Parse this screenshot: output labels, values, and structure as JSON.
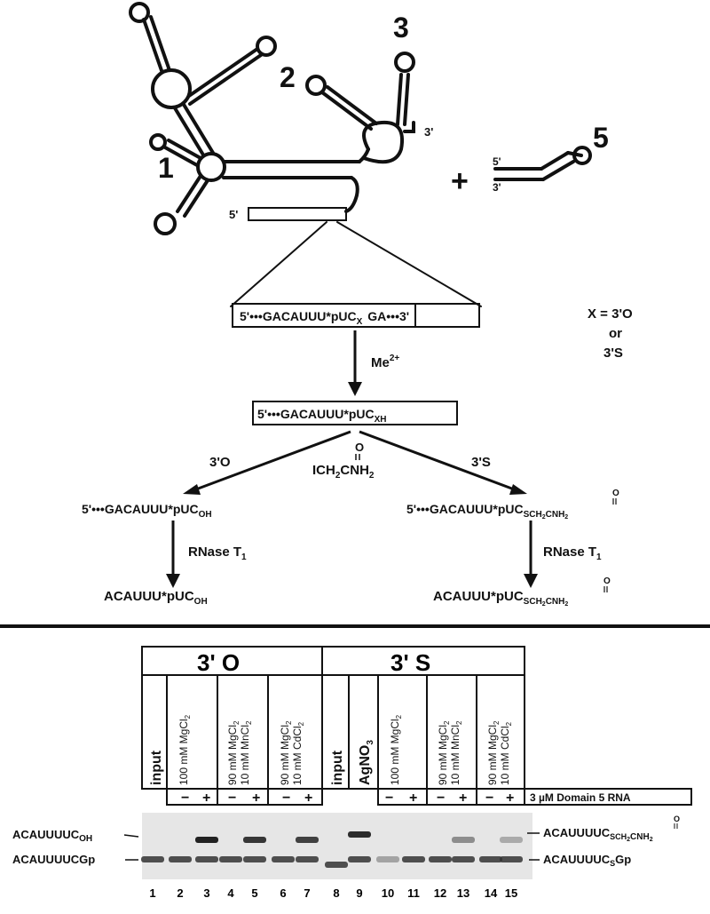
{
  "scheme": {
    "domain_labels": {
      "d1": "1",
      "d2": "2",
      "d3": "3",
      "d5": "5"
    },
    "end_labels": {
      "three_prime": "3'",
      "five_prime": "5'",
      "d5_five": "5'",
      "d5_three": "3'"
    },
    "plus_sign": "+",
    "substrate": {
      "prefix": "5'•••GACAUUU*pUC",
      "sub": "X",
      "suffix": "GA•••3'"
    },
    "x_note": {
      "line1": "X = 3'O",
      "line2": "or",
      "line3": "3'S"
    },
    "arrow_label_1": {
      "main": "Me",
      "sup": "2+"
    },
    "intermediate": {
      "prefix": "5'•••GACAUUU*pUC",
      "sub": "XH"
    },
    "reagent": {
      "top": "O",
      "left": "ICH",
      "sub1": "2",
      "mid": "CNH",
      "sub2": "2"
    },
    "branch_left_label": "3'O",
    "branch_right_label": "3'S",
    "product_left": {
      "main": "5'•••GACAUUU*pUC",
      "sub": "OH"
    },
    "product_right": {
      "main": "5'•••GACAUUU*pUC",
      "sub": "SCH",
      "sub_small": "2",
      "tail": "CNH",
      "tail_sub": "2",
      "o": "O"
    },
    "rnase_label": {
      "main": "RNase T",
      "sub": "1"
    },
    "final_left": {
      "main": "ACAUUU*pUC",
      "sub": "OH"
    },
    "final_right": {
      "main": "ACAUUU*pUC",
      "sub": "SCH",
      "sub_small": "2",
      "tail": "CNH",
      "tail_sub": "2",
      "o": "O"
    }
  },
  "gel": {
    "group_headers": [
      "3' O",
      "3' S"
    ],
    "conditions": {
      "input": "input",
      "agno3": "AgNO",
      "agno3_sub": "3",
      "mg100": "100 mM MgCl",
      "mg90": "90 mM MgCl",
      "mn10": "10 mM MnCl",
      "cd10": "10 mM CdCl",
      "sub2": "2"
    },
    "sign_minus": "−",
    "sign_plus": "+",
    "domain5_label": "3 µM Domain 5 RNA",
    "left_band_labels": [
      {
        "main": "ACAUUUUC",
        "sub": "OH"
      },
      {
        "main": "ACAUUUUCGp",
        "sub": ""
      }
    ],
    "right_band_labels": [
      {
        "main": "ACAUUUUC",
        "sub": "SCH",
        "sub_small": "2",
        "tail": "CNH",
        "tail_sub": "2",
        "o": "O"
      },
      {
        "main": "ACAUUUUC",
        "sub": "S",
        "tail": "Gp"
      }
    ],
    "lanes": [
      "1",
      "2",
      "3",
      "4",
      "5",
      "6",
      "7",
      "8",
      "9",
      "10",
      "11",
      "12",
      "13",
      "14",
      "15"
    ]
  }
}
